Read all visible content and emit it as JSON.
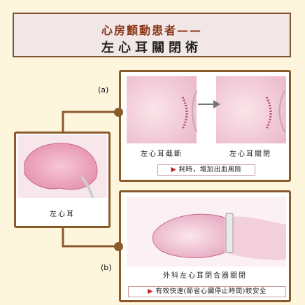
{
  "title": {
    "line1": "心房顫動患者——",
    "line2": "左心耳關閉術"
  },
  "left_panel": {
    "caption": "左心耳"
  },
  "panel_a": {
    "marker": "(a)",
    "caption_left": "左心耳截斷",
    "caption_right": "左心耳關閉",
    "note": "耗時，增加出血風險"
  },
  "panel_b": {
    "marker": "(b)",
    "caption": "外科左心耳閉合器關閉",
    "note": "有效快速(節省心臟停止時間)較安全"
  },
  "icons": {
    "bullet": "play-triangle-icon",
    "arrow": "arrow-right-icon"
  },
  "colors": {
    "frame": "#8b5a2b",
    "title_accent": "#8b3a1a",
    "bullet": "#c0201f",
    "background": "#fdf6dd"
  }
}
